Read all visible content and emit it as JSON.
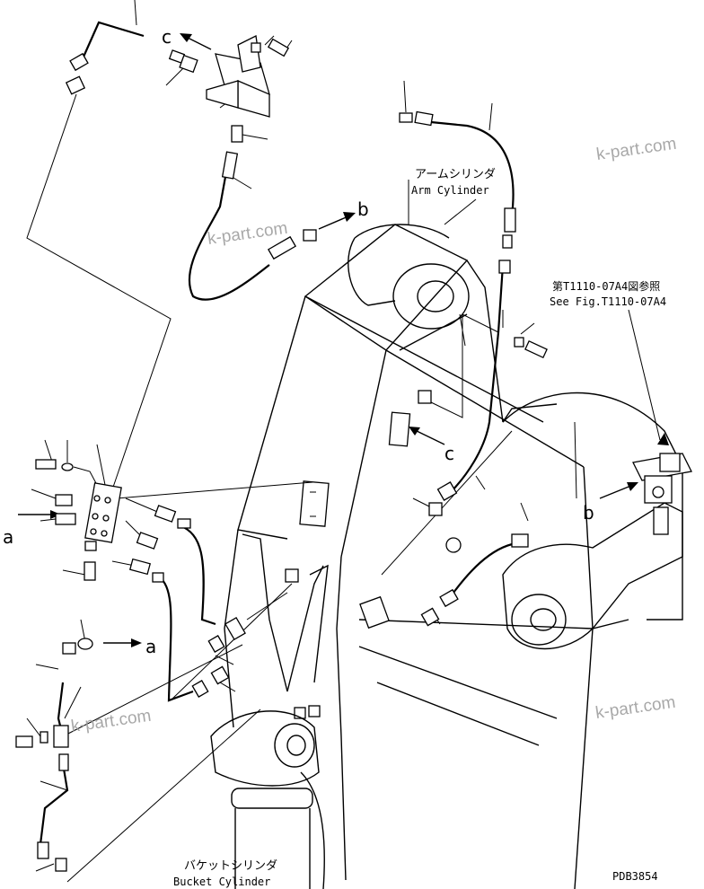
{
  "labels": {
    "arm_cylinder_jp": "アームシリンダ",
    "arm_cylinder_en": "Arm Cylinder",
    "bucket_cylinder_jp": "バケットシリンダ",
    "bucket_cylinder_en": "Bucket Cylinder",
    "see_fig_jp": "第T1110-07A4図参照",
    "see_fig_en": "See Fig.T1110-07A4",
    "drawing_code": "PDB3854"
  },
  "callouts": {
    "a1": "a",
    "a2": "a",
    "b1": "b",
    "b2": "b",
    "c1": "c",
    "c2": "c"
  },
  "watermarks": {
    "w1": "k-part.com",
    "w2": "k-part.com",
    "w3": "k-part.com",
    "w4": "k-part.com"
  }
}
